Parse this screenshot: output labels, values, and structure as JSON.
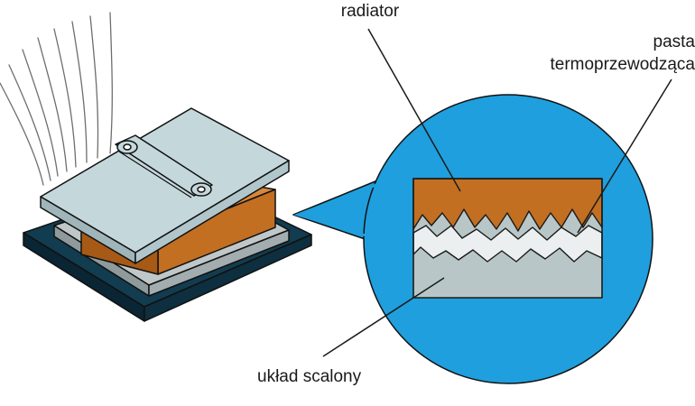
{
  "labels": {
    "radiator": "radiator",
    "pasta_line1": "pasta",
    "pasta_line2": "termoprzewodząca",
    "uklad": "układ scalony"
  },
  "colors": {
    "magnifier_blue": "#1f9fdd",
    "copper": "#c26f22",
    "thermal_paste": "#ecefef",
    "die_gray": "#b9c6c7",
    "heatsink_plate": "#c4d8dc",
    "pcb": "#123c4f",
    "outline": "#1a1a1a"
  }
}
